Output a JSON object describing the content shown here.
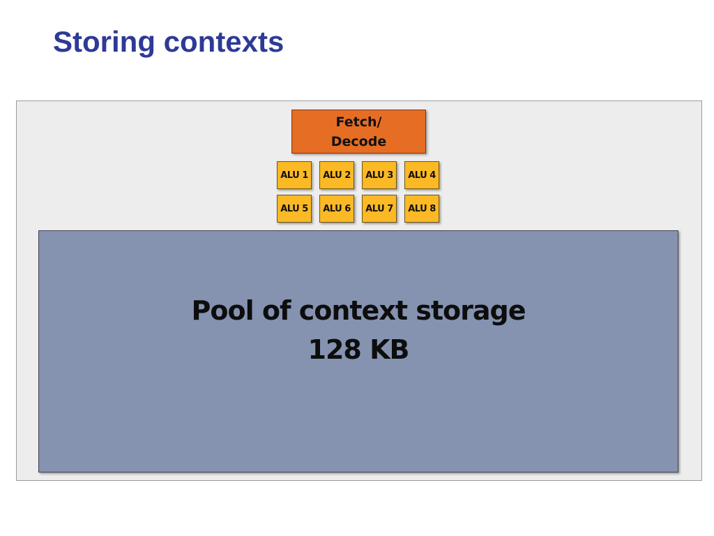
{
  "slide": {
    "title": "Storing contexts"
  },
  "diagram": {
    "fetch_decode_label": "Fetch/\nDecode",
    "alus": [
      "ALU 1",
      "ALU 2",
      "ALU 3",
      "ALU 4",
      "ALU 5",
      "ALU 6",
      "ALU 7",
      "ALU 8"
    ],
    "context_pool": {
      "title": "Pool of context storage",
      "size": "128 KB"
    },
    "colors": {
      "title": "#2e3a96",
      "fetch_decode": "#e66d24",
      "alu": "#fbb925",
      "context_pool": "#8592b0",
      "core_background": "#eeeded"
    }
  }
}
